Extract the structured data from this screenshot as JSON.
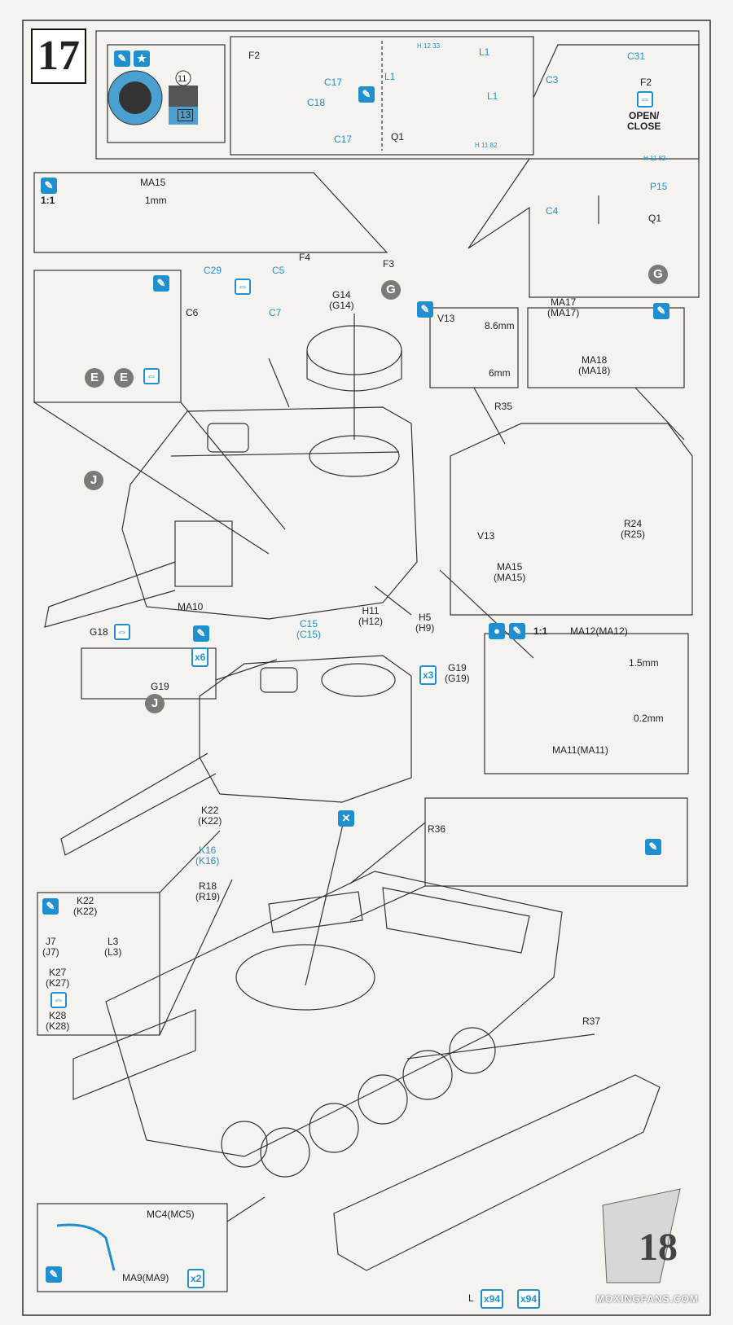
{
  "step_number": "17",
  "page_number": "18",
  "watermark": "MOXINGFANS.COM",
  "colors": {
    "accent": "#1f8fd0",
    "ink": "#222222",
    "badge": "#7a7a7a"
  },
  "icons": {
    "glue": "glue-icon",
    "paint": "paint-icon",
    "move": "movable-icon",
    "star": "star-icon",
    "choose": "choose-icon"
  },
  "top_boxes": {
    "color_chip": {
      "circle_number": "11",
      "paint_number": "13"
    },
    "hatch": {
      "labels": [
        "F2",
        "C17",
        "C18",
        "C17"
      ]
    },
    "cupola_parts": {
      "labels": [
        "L1",
        "L1",
        "L1",
        "Q1"
      ],
      "refs": [
        "H 12 33",
        "H 11 82"
      ]
    }
  },
  "cupola_detail": {
    "labels": [
      "C3",
      "C31",
      "F2",
      "C4",
      "P15",
      "Q1"
    ],
    "open_close": "OPEN/\nCLOSE",
    "ref": "H 11 82",
    "badge": "G"
  },
  "scale_box_1": {
    "scale": "1:1",
    "part": "MA15",
    "dim": "1mm"
  },
  "detail_e": {
    "badges": [
      "E",
      "E"
    ]
  },
  "turret_parts": {
    "c29": "C29",
    "c5": "C5",
    "c6": "C6",
    "c7": "C7",
    "f4": "F4",
    "f3": "F3",
    "g14": "G14\n(G14)",
    "badge_g": "G",
    "badge_j": "J",
    "ma10": "MA10",
    "h11": "H11\n(H12)",
    "h5": "H5\n(H9)",
    "c15": "C15\n(C15)",
    "g19": "G19\n(G19)"
  },
  "v13_box": {
    "part": "V13",
    "w": "8.6mm",
    "h": "6mm"
  },
  "ma17_box": {
    "a": "MA17\n(MA17)",
    "b": "MA18\n(MA18)"
  },
  "skirt": {
    "r35": "R35",
    "r24": "R24\n(R25)",
    "v13": "V13",
    "ma15": "MA15\n(MA15)"
  },
  "g18_box": {
    "g18": "G18",
    "g19": "G19",
    "qty": "x6"
  },
  "g19_qty": "x3",
  "scale_box_2": {
    "scale": "1:1",
    "a": "MA12(MA12)",
    "d1": "1.5mm",
    "d2": "0.2mm",
    "b": "MA11(MA11)"
  },
  "hull": {
    "badge_j": "J",
    "k22": "K22\n(K22)",
    "k16": "K16\n(K16)",
    "r18": "R18\n(R19)",
    "r36": "R36",
    "r37": "R37",
    "track_l": "L",
    "track_qty": "x94",
    "track_qty2": "x94"
  },
  "left_box": {
    "k22": "K22\n(K22)",
    "j7": "J7\n(J7)",
    "l3": "L3\n(L3)",
    "k27": "K27\n(K27)",
    "k28": "K28\n(K28)"
  },
  "bottom_box": {
    "mc4": "MC4(MC5)",
    "ma9": "MA9(MA9)",
    "qty": "x2"
  }
}
